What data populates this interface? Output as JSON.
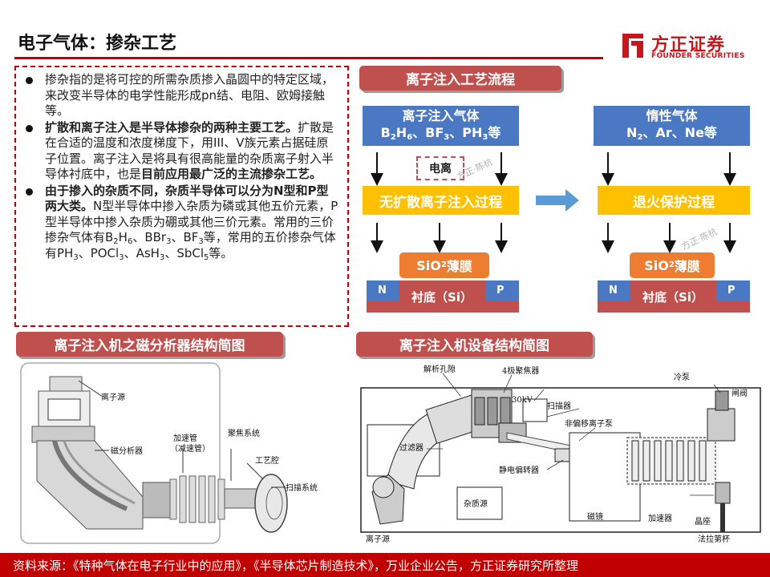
{
  "header": {
    "title": "电子气体：掺杂工艺",
    "logo_cn": "方正证券",
    "logo_en": "FOUNDER SECURITIES",
    "brand_color": "#c8161d"
  },
  "bullets": [
    {
      "bold": "",
      "text": "掺杂指的是将可控的所需杂质掺入晶圆中的特定区域，来改变半导体的电学性能形成pn结、电阻、欧姆接触等。"
    },
    {
      "bold": "扩散和离子注入是半导体掺杂的两种主要工艺。",
      "text": "扩散是在合适的温度和浓度梯度下，用III、V族元素占据硅原子位置。离子注入是将具有很高能量的杂质离子射入半导体衬底中，也是",
      "bold2": "目前应用最广泛的主流掺杂工艺。"
    },
    {
      "bold": "由于掺入的杂质不同，杂质半导体可以分为N型和P型两大类。",
      "text": "N型半导体中掺入杂质为磷或其他五价元素，P型半导体中掺入杂质为硼或其他三价元素。常用的三价掺杂气体有B",
      "tail": "等。"
    }
  ],
  "process": {
    "title": "离子注入工艺流程",
    "left_gas_title": "离子注入气体",
    "left_gas_formula": "B2H6、BF3、PH3等",
    "ionization": "电离",
    "left_process": "无扩散离子注入过程",
    "right_gas_title": "惰性气体",
    "right_gas_formula": "N2、Ar、Ne等",
    "right_process": "退火保护过程",
    "film": "SiO2薄膜",
    "substrate": "衬底（Si）",
    "n_label": "N",
    "p_label": "P",
    "watermark": "方正·陈杭"
  },
  "section_titles": {
    "magnet": "离子注入机之磁分析器结构简图",
    "machine": "离子注入机设备结构简图"
  },
  "magnet_diagram": {
    "labels": [
      "离子源",
      "磁分析器",
      "加速管",
      "（减速管）",
      "聚焦系统",
      "工艺腔",
      "扫描系统"
    ]
  },
  "machine_diagram": {
    "labels": [
      "解析孔隙",
      "4极聚焦器",
      "30kV",
      "扫描器",
      "冷泵",
      "闸阀",
      "非偏移离子泵",
      "过滤器",
      "静电偏转器",
      "杂质源",
      "磁镜",
      "加速器",
      "晶座",
      "离子源",
      "法拉第杯"
    ]
  },
  "footer": {
    "text": "资料来源：《特种气体在电子行业中的应用》，《半导体芯片制造技术》，万业企业公告，方正证券研究所整理"
  }
}
